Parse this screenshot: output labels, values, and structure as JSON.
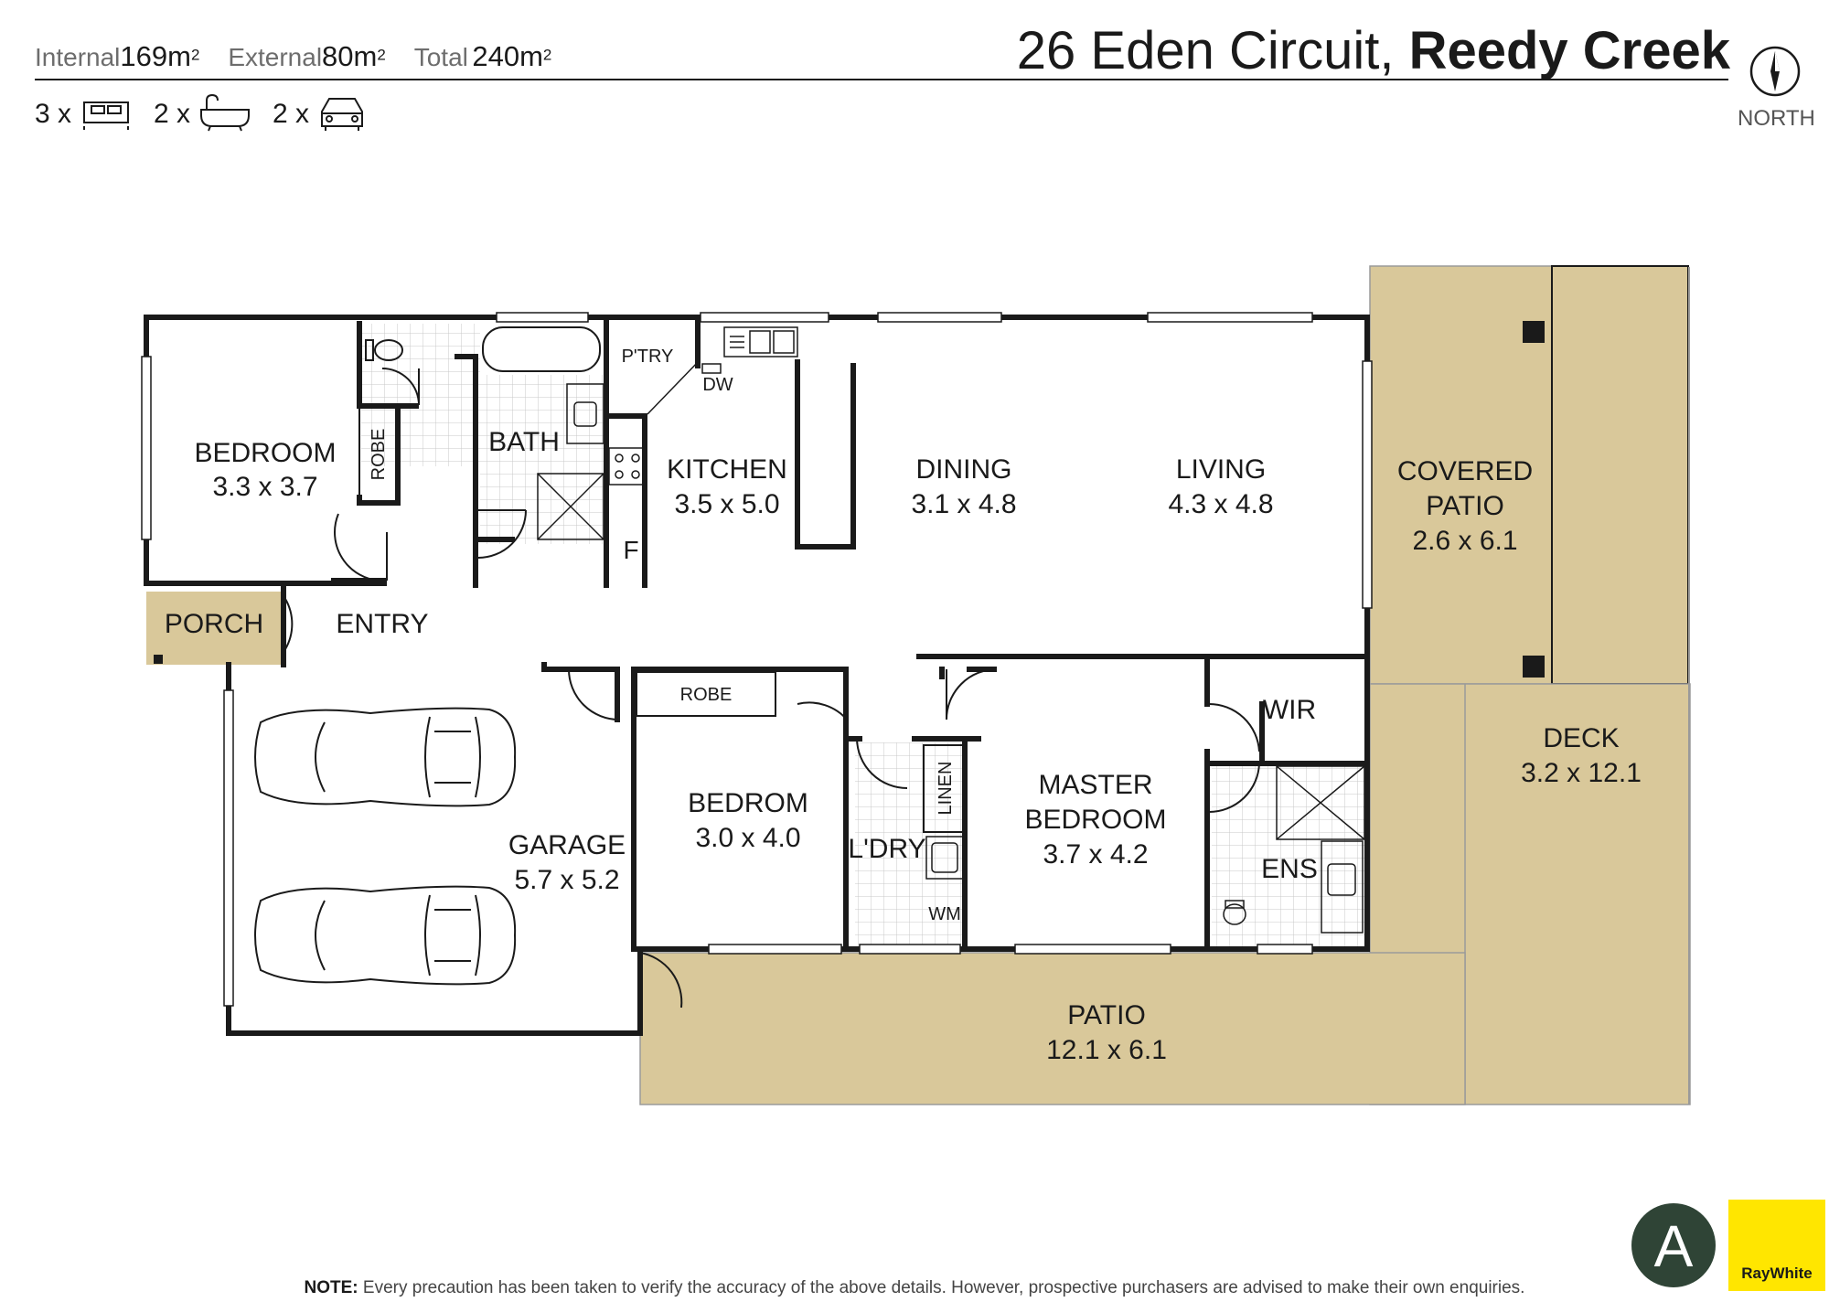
{
  "header": {
    "internal_label": "Internal",
    "internal_value": "169m",
    "external_label": "External",
    "external_value": "80m",
    "total_label": "Total",
    "total_value": "240m",
    "area_unit_superscript": "2",
    "address_street": "26 Eden Circuit,",
    "address_suburb": "Reedy Creek",
    "north_label": "NORTH",
    "bed_count": "3 x",
    "bath_count": "2 x",
    "car_count": "2 x"
  },
  "rooms": {
    "bedroom1_name": "BEDROOM",
    "bedroom1_dim": "3.3 x 3.7",
    "robe1": "ROBE",
    "bath": "BATH",
    "pantry": "P'TRY",
    "dw": "DW",
    "kitchen_name": "KITCHEN",
    "kitchen_dim": "3.5 x 5.0",
    "fridge": "F",
    "dining_name": "DINING",
    "dining_dim": "3.1 x 4.8",
    "living_name": "LIVING",
    "living_dim": "4.3 x 4.8",
    "covered_patio_name1": "COVERED",
    "covered_patio_name2": "PATIO",
    "covered_patio_dim": "2.6 x 6.1",
    "porch": "PORCH",
    "entry": "ENTRY",
    "robe2": "ROBE",
    "bedroom2_name": "BEDROM",
    "bedroom2_dim": "3.0 x 4.0",
    "linen": "LINEN",
    "laundry": "L'DRY",
    "wm": "WM",
    "master_name1": "MASTER",
    "master_name2": "BEDROOM",
    "master_dim": "3.7 x 4.2",
    "wir": "WIR",
    "ens": "ENS",
    "garage_name": "GARAGE",
    "garage_dim": "5.7 x 5.2",
    "deck_name": "DECK",
    "deck_dim": "3.2 x 12.1",
    "patio_name": "PATIO",
    "patio_dim": "12.1 x 6.1"
  },
  "logos": {
    "agency_monogram": "A",
    "brand": "RayWhite"
  },
  "note": {
    "prefix": "NOTE:",
    "text": " Every precaution has been taken to verify the accuracy of the above details. However, prospective purchasers are advised to make their own enquiries."
  },
  "colors": {
    "outdoor_fill": "#d9c89a",
    "wall": "#1a1a1a",
    "logo_green": "#2f4436",
    "brand_yellow": "#ffe600"
  }
}
